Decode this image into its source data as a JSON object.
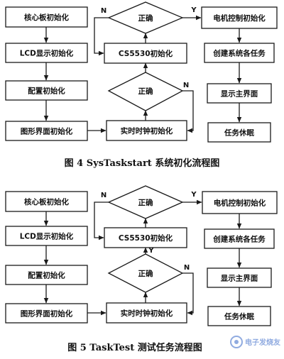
{
  "figures": [
    {
      "nodes": {
        "core_init": "核心板初始化",
        "lcd_init": "LCD显示初始化",
        "config_init": "配置初始化",
        "gui_init": "图形界面初始化",
        "cs5530_init": "CS5530初始化",
        "rtc_init": "实时时钟初始化",
        "motor_init": "电机控制初始化",
        "create_tasks": "创建系统各任务",
        "show_main": "显示主界面",
        "task_sleep": "任务休眠",
        "check_top": "正确",
        "check_bottom": "正确"
      },
      "labels": {
        "n_top": "N",
        "y_top": "Y",
        "n_bottom": "N",
        "y_bottom": ""
      },
      "caption": "图 4   SysTaskstart 系统初化流程图"
    },
    {
      "nodes": {
        "core_init": "核心板初始化",
        "lcd_init": "LCD显示初始化",
        "config_init": "配置初始化",
        "gui_init": "图形界面初始化",
        "cs5530_init": "CS5530初始化",
        "rtc_init": "实时时钟初始化",
        "motor_init": "电机控制初始化",
        "create_tasks": "创建系统各任务",
        "show_main": "显示主界面",
        "task_sleep": "任务休眠",
        "check_top": "正确",
        "check_bottom": "正确"
      },
      "labels": {
        "n_top": "N",
        "y_top": "Y",
        "n_bottom": "N",
        "y_bottom": "Y"
      },
      "caption": "图 5   TaskTest 测试任务流程图"
    }
  ],
  "watermark": "电子发烧友"
}
